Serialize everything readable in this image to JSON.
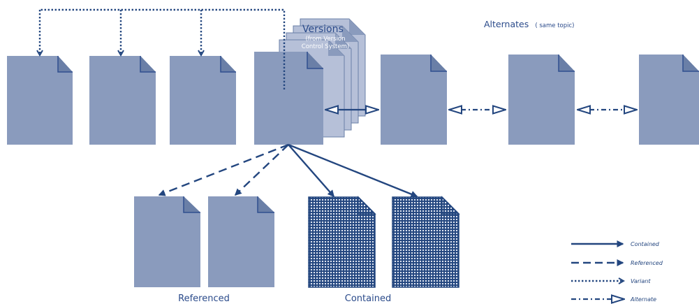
{
  "colors": {
    "doc_fill": "#8a9bbd",
    "doc_fold": "#6a7fa7",
    "doc_stroke": "#2f4f8f",
    "version_fill": "#b6c0d8",
    "arrow": "#23467f",
    "label": "#2a4a8a",
    "pattern_bg": "#23467f",
    "pattern_dot": "#eef2fa"
  },
  "labels": {
    "versions_title": "Versions",
    "versions_sub1": "(from Version",
    "versions_sub2": "Control System)",
    "alternates_title": "Alternates",
    "alternates_sub": "( same topic)",
    "referenced": "Referenced",
    "contained": "Contained"
  },
  "legend": {
    "items": [
      {
        "label": "Contained",
        "style": "solid",
        "icon": "filled-arrowhead"
      },
      {
        "label": "Referenced",
        "style": "dashed",
        "icon": "filled-arrowhead"
      },
      {
        "label": "Variant",
        "style": "dotted",
        "icon": "open-chevron-arrowhead"
      },
      {
        "label": "Alternate",
        "style": "dash-dot",
        "icon": "hollow-arrowhead"
      }
    ]
  }
}
